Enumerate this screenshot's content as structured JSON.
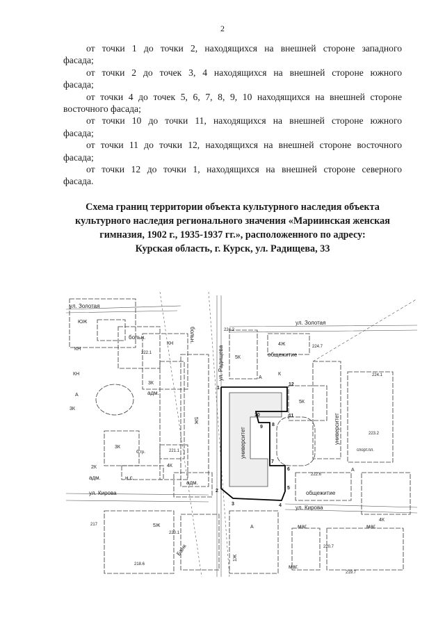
{
  "page_number": "2",
  "paragraphs": [
    {
      "line": "от точки 1 до точки 2, находящихся на внешней стороне западного",
      "tail": "фасада;"
    },
    {
      "line": "от точки 2 до точек 3, 4 находящихся на внешней стороне южного",
      "tail": "фасада;"
    },
    {
      "line": "от точки 4 до точек 5, 6, 7, 8, 9, 10 находящихся на внешней стороне",
      "tail": "восточного фасада;"
    },
    {
      "line": "от точки 10 до точки 11, находящихся на внешней стороне южного",
      "tail": "фасада;"
    },
    {
      "line": "от точки 11 до точки 12, находящихся на внешней стороне восточного",
      "tail": "фасада;"
    },
    {
      "line": "от точки 12 до точки 1, находящихся на внешней стороне северного",
      "tail": "фасада."
    }
  ],
  "title_lines": [
    "Схема границ территории объекта культурного наследия объекта",
    "культурного наследия регионального значения «Мариинская женская",
    "гимназия, 1902 г., 1935-1937 гг.», расположенного по адресу:",
    "Курская область, г. Курск, ул. Радищева, 33"
  ],
  "map": {
    "streets": [
      "ул. Золотая",
      "ул. Золотая",
      "ул. Радищева",
      "ул. Кирова",
      "ул. Кирова"
    ],
    "buildings": [
      "университет",
      "университет",
      "общежитие",
      "общежитие",
      "больн.",
      "больн.",
      "адм.",
      "адм.",
      "адм.",
      "спорт.пл.",
      "маг.",
      "маг.",
      "маг.",
      "Банк",
      "н.с.",
      "б.тр."
    ],
    "marks": [
      "224.2",
      "224.7",
      "224.1",
      "223.2",
      "222.6",
      "222.1",
      "221.1",
      "220.1",
      "220.7",
      "219.7",
      "218.6",
      "217"
    ],
    "codes": [
      "5К",
      "4Ж",
      "2К",
      "3К",
      "3К",
      "3К",
      "4К",
      "5Ж",
      "5Ж",
      "КН",
      "КН",
      "КН",
      "ЮЖ",
      "К",
      "А",
      "А",
      "А",
      "А",
      "4К",
      "5К",
      "1Ж"
    ],
    "points": [
      "1",
      "2",
      "3",
      "4",
      "5",
      "6",
      "7",
      "8",
      "9",
      "10",
      "11",
      "12"
    ]
  }
}
